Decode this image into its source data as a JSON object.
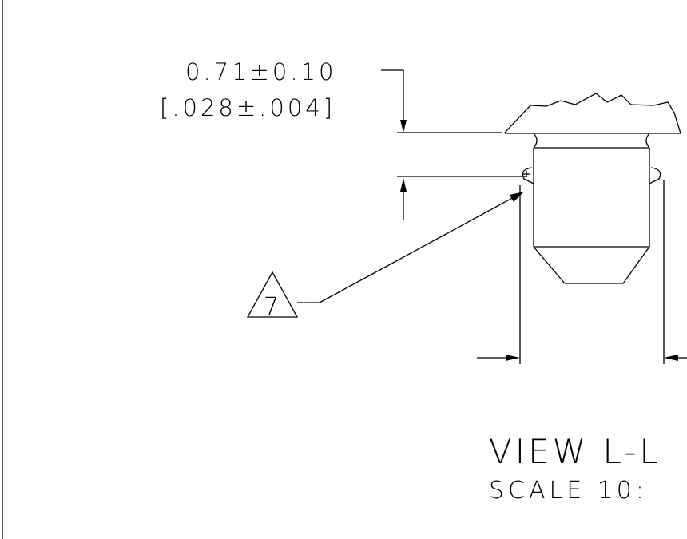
{
  "dimension": {
    "metric": "0.71±0.10",
    "imperial": "[.028±.004]"
  },
  "flag_note": "7",
  "view_label": "VIEW L-L",
  "scale_label": "SCALE 10:"
}
